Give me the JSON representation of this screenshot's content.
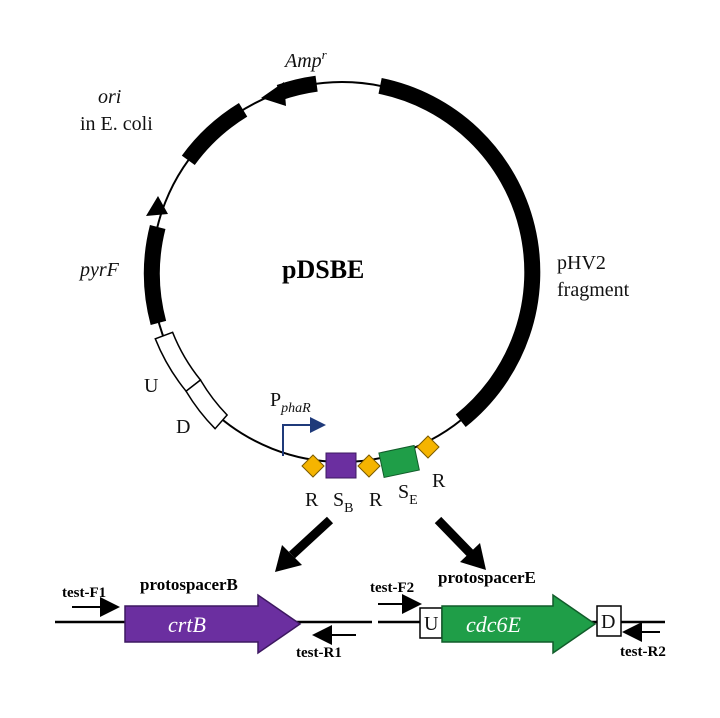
{
  "plasmid": {
    "name": "pDSBE",
    "amp_label": "Amp",
    "amp_sup": "r",
    "ori_label": "ori",
    "ori_sub_label": "in E. coli",
    "pyrf_label": "pyrF",
    "phv2_line1": "pHV2",
    "phv2_line2": "fragment",
    "u_label": "U",
    "d_label": "D",
    "promoter_main": "P",
    "promoter_sub": "phaR"
  },
  "array": {
    "r1": "R",
    "sb_main": "S",
    "sb_sub": "B",
    "r2": "R",
    "se_main": "S",
    "se_sub": "E",
    "r3": "R"
  },
  "left_construct": {
    "title": "protospacerB",
    "gene": "crtB",
    "primer_f": "test-F1",
    "primer_r": "test-R1"
  },
  "right_construct": {
    "title": "protospacerE",
    "gene": "cdc6E",
    "u": "U",
    "d": "D",
    "primer_f": "test-F2",
    "primer_r": "test-R2"
  },
  "colors": {
    "spacer_b": "#6b2fa0",
    "spacer_e": "#1f9e48",
    "repeat": "#f5b400",
    "promoter_arrow": "#1f3a7a",
    "line": "#000000"
  }
}
